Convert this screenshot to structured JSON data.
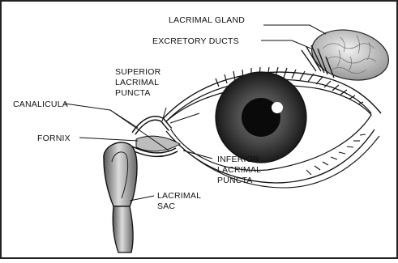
{
  "labels": {
    "lacrimal_gland": "LACRIMAL GLAND",
    "excretory_ducts": "EXCRETORY DUCTS",
    "superior_puncta": [
      "SUPERIOR",
      "LACRIMAL",
      "PUNCTA"
    ],
    "canalicula": "CANALICULA",
    "fornix": "FORNIX",
    "inferior_puncta": [
      "INFERIOR",
      "LACRIMAL",
      "PUNCTA"
    ],
    "lacrimal_sac": [
      "LACRIMAL",
      "SAC"
    ]
  },
  "colors": {
    "line": "#111111",
    "iris": "#3a3a3a",
    "gland": "#cfcfcf"
  }
}
